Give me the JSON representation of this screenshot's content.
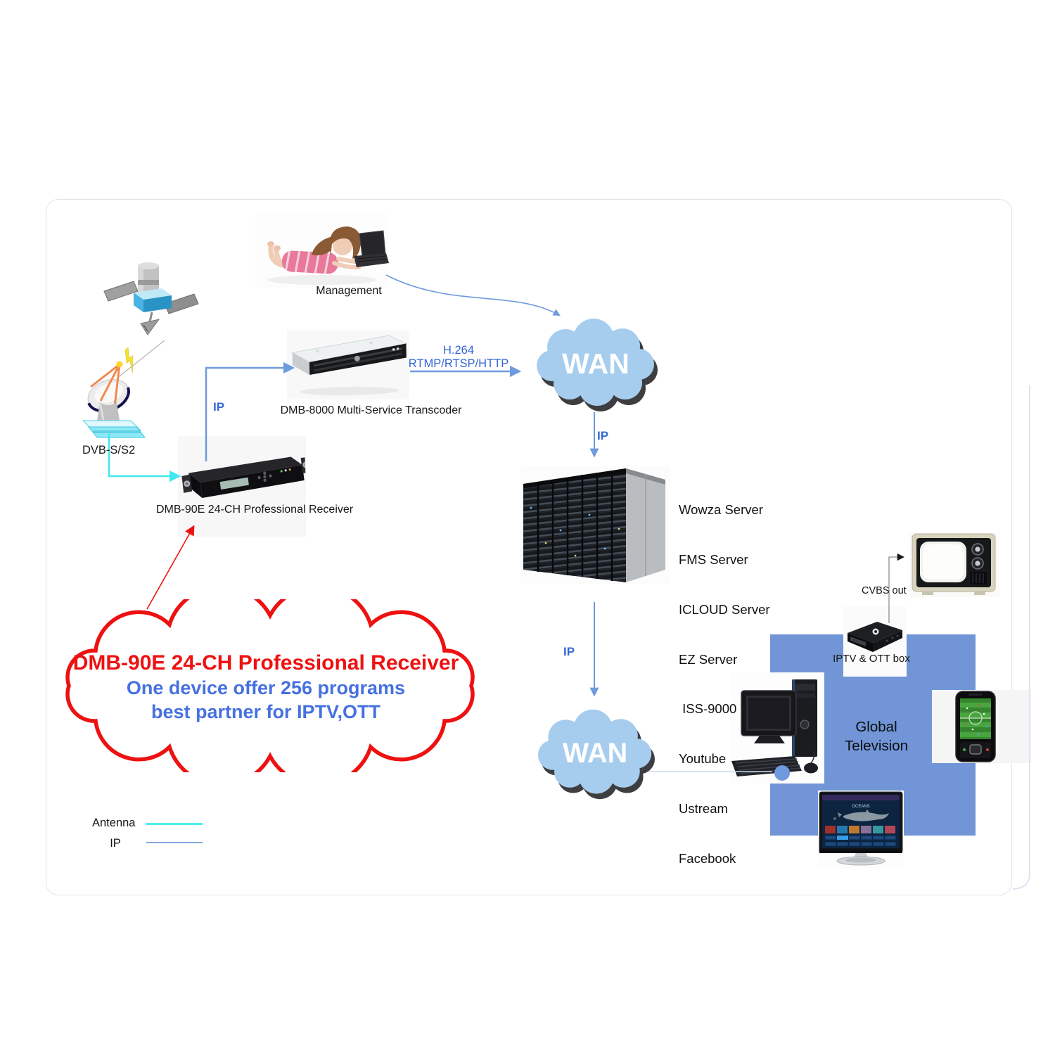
{
  "clouds": {
    "wan1": "WAN",
    "wan2": "WAN"
  },
  "labels": {
    "dvb": "DVB-S/S2",
    "management": "Management",
    "transcoder": "DMB-8000 Multi-Service Transcoder",
    "receiver": "DMB-90E 24-CH Professional Receiver",
    "h264": "H.264",
    "protocols": "RTMP/RTSP/HTTP",
    "ip_receiver": "IP",
    "ip_wan1": "IP",
    "ip_wan2": "IP",
    "cvbs": "CVBS out",
    "iptv_box": "IPTV & OTT box",
    "global_line1": "Global",
    "global_line2": "Television"
  },
  "servers": [
    "Wowza Server",
    "FMS Server",
    "ICLOUD Server",
    "EZ Server",
    " ISS-9000",
    "Youtube",
    "Ustream",
    "Facebook"
  ],
  "callout": {
    "line1": "DMB-90E 24-CH Professional Receiver",
    "line2": "One device offer 256 programs",
    "line3": "best partner for IPTV,OTT"
  },
  "legend": {
    "antenna": "Antenna",
    "ip": "IP"
  },
  "colors": {
    "wan_cloud": "#a6cdee",
    "wan_text": "#ffffff",
    "global_box": "#7195d7",
    "ip_line": "#6f9ade",
    "ip_text": "#3566d6",
    "antenna_line": "#4deded",
    "callout_red": "#ee1111",
    "callout_blue": "#4671e0"
  }
}
